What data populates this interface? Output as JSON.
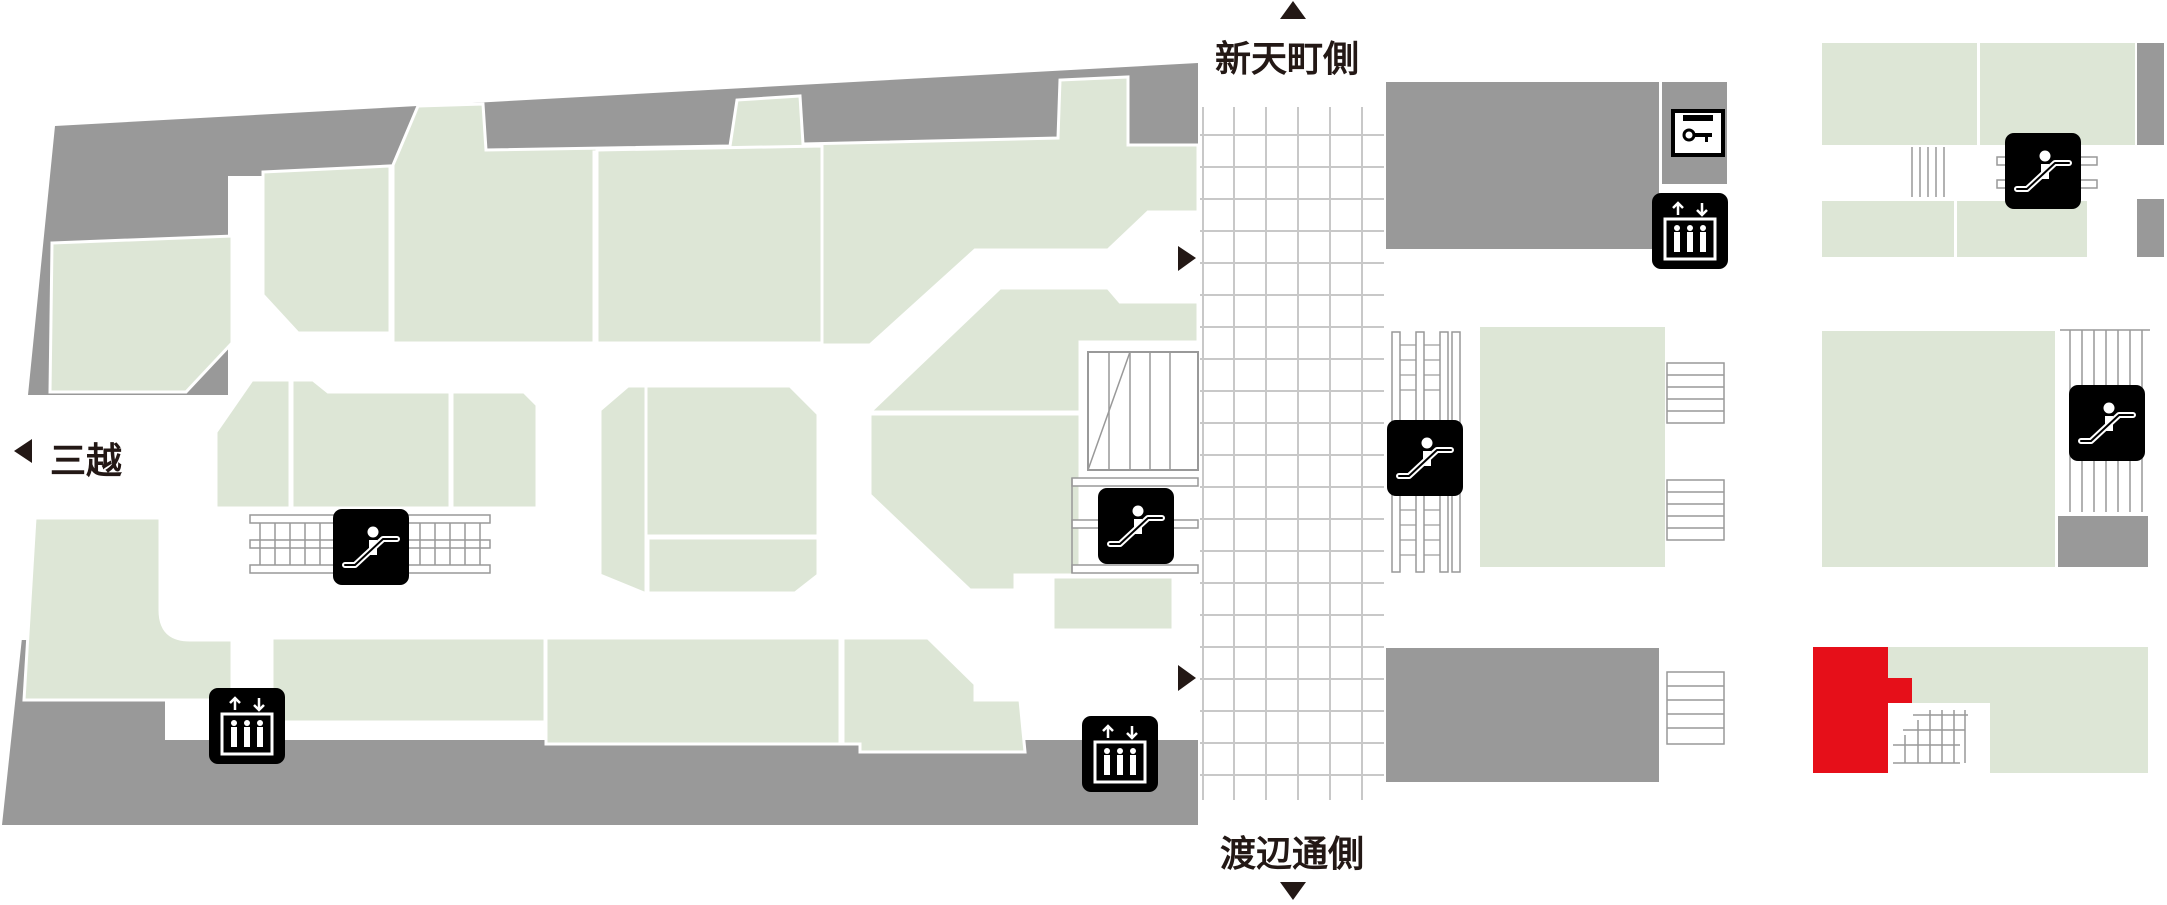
{
  "labels": {
    "north": "新天町側",
    "south": "渡辺通側",
    "west": "三越"
  },
  "colors": {
    "shop": "#dde6d6",
    "service": "#999999",
    "aisle": "#ffffff",
    "icon": "#000000",
    "highlight": "#e60f19",
    "grid": "#c8c8c8",
    "text": "#231815"
  },
  "icons": {
    "escalator": "escalator-icon",
    "elevator": "elevator-icon",
    "locker": "coin-locker-icon"
  }
}
